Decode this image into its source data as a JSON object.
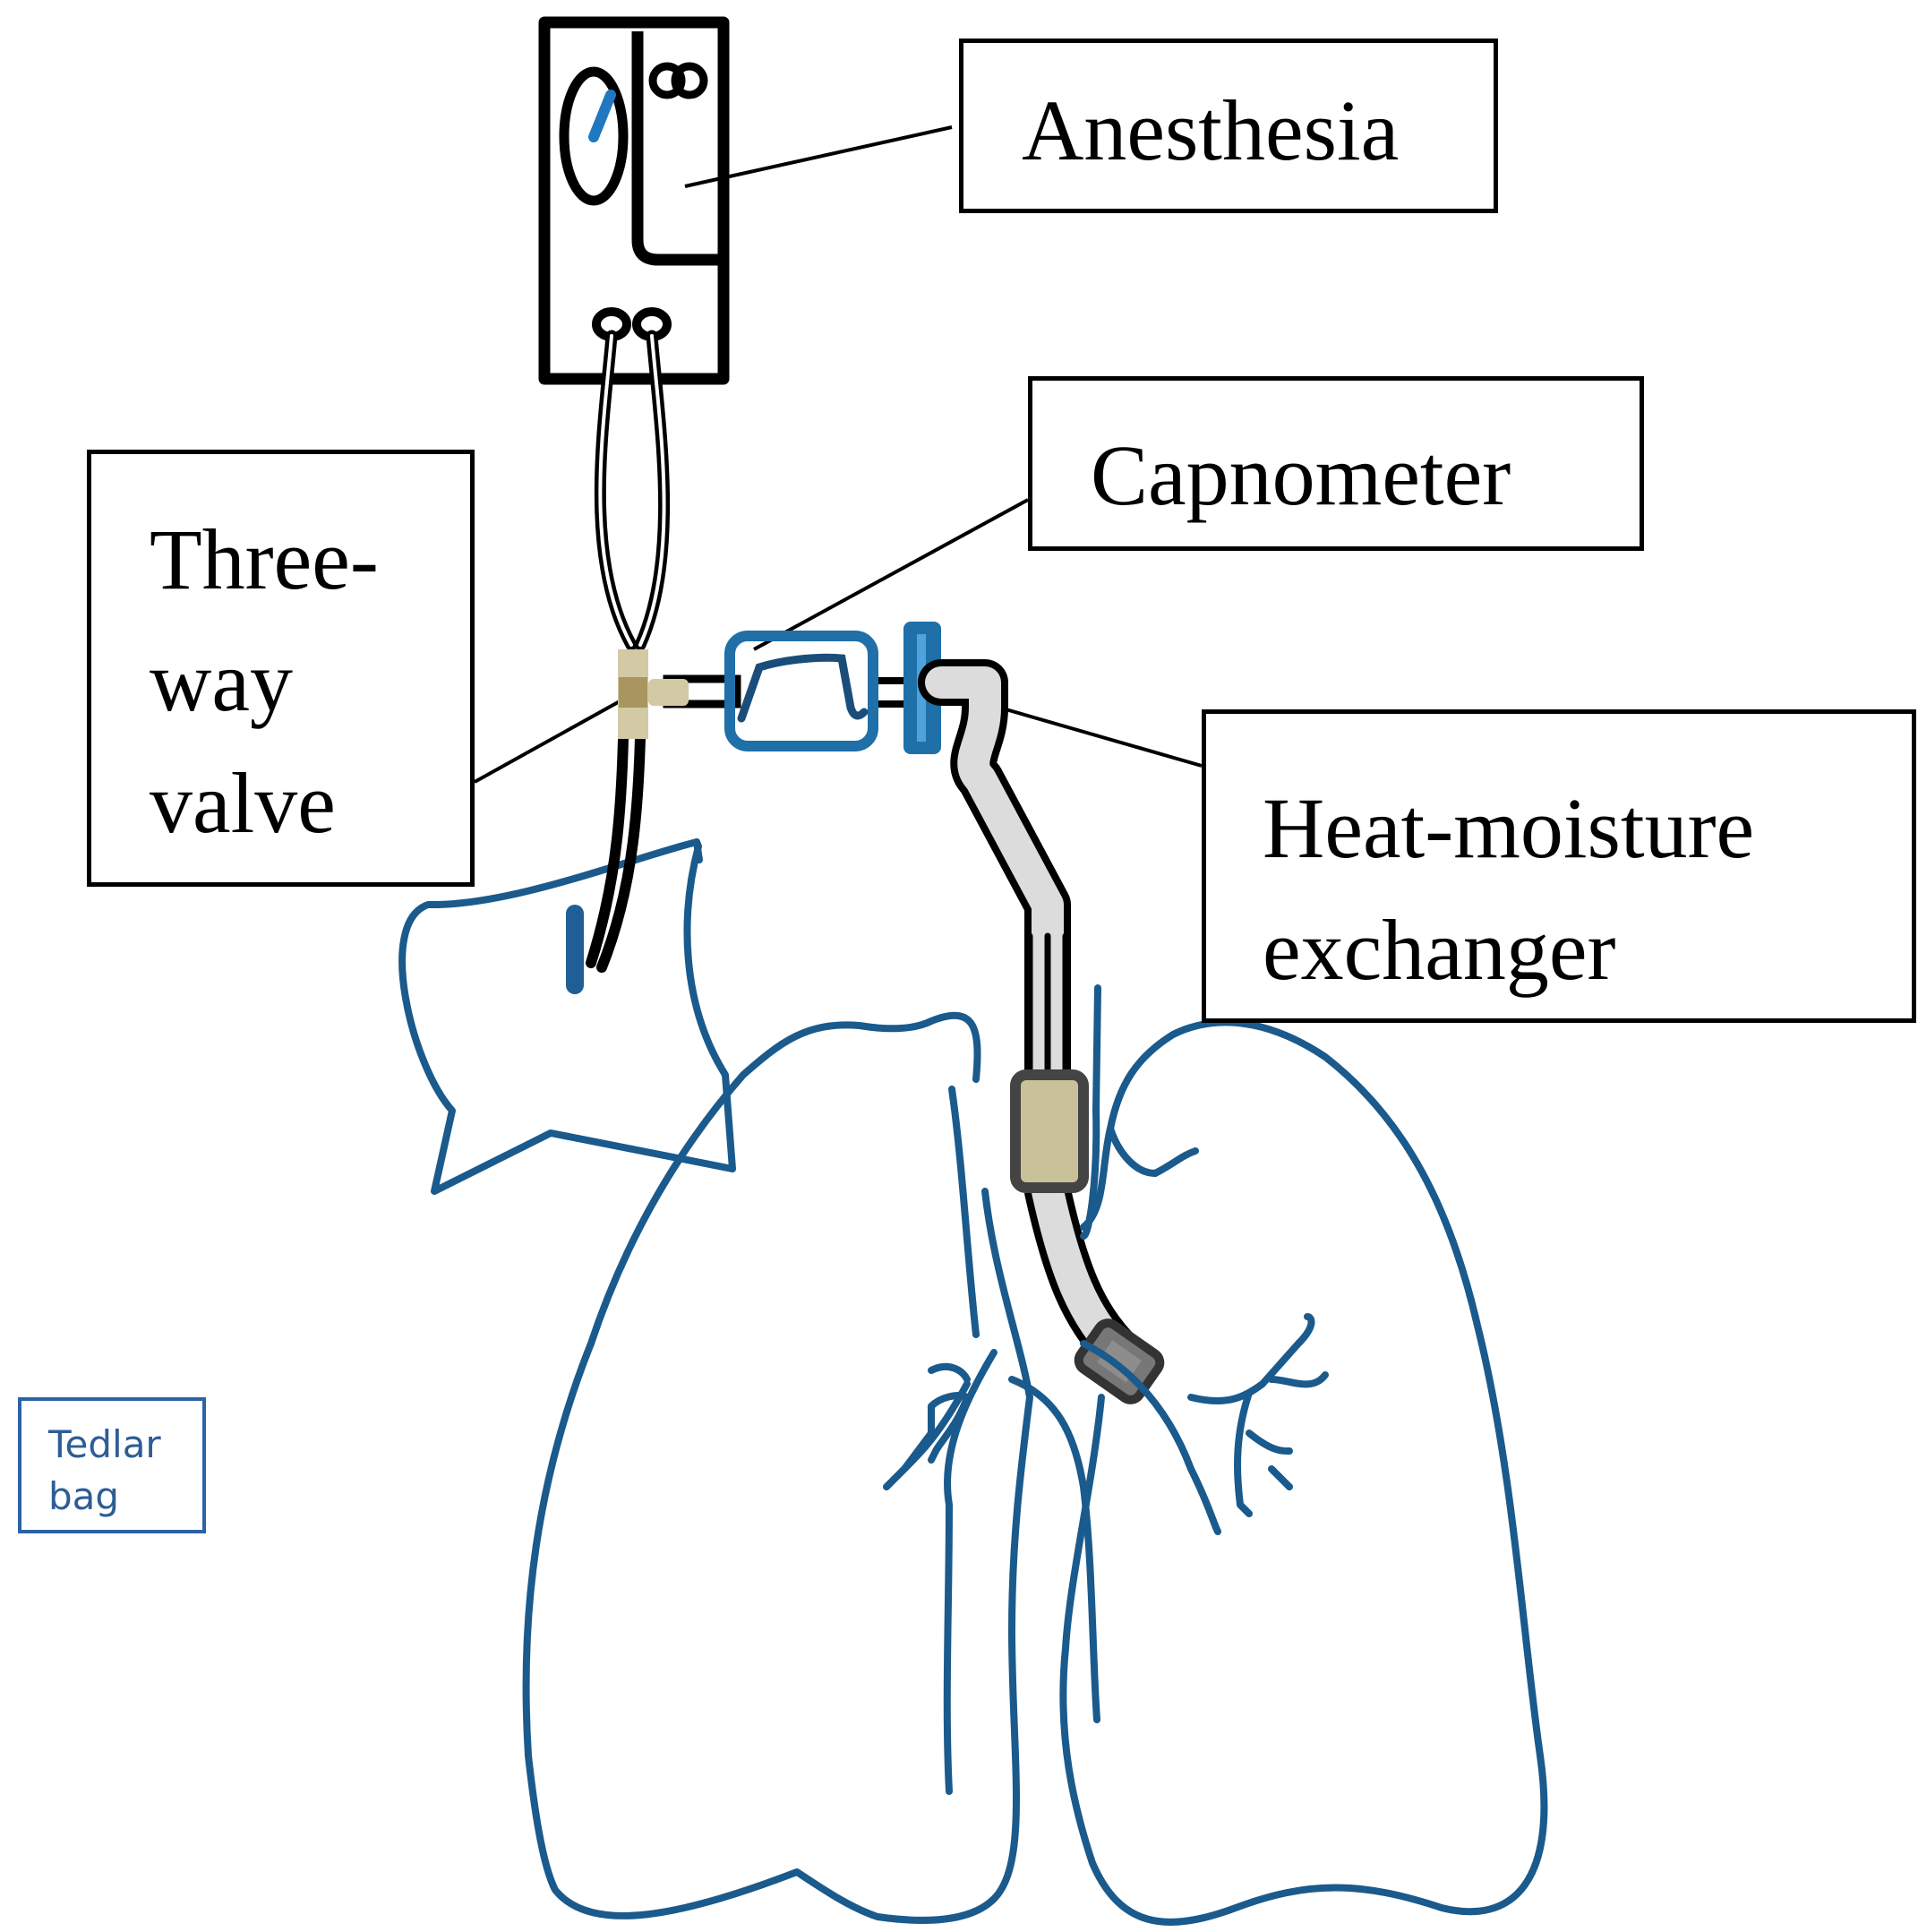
{
  "labels": {
    "anesthesia": "Anesthesia",
    "capnometer": "Capnometer",
    "three_way_valve": [
      "Three-",
      "way",
      "valve"
    ],
    "heat_moisture_exchanger": [
      "Heat-moisture",
      "exchanger"
    ],
    "tedlar_bag": [
      "Tedlar",
      "bag"
    ]
  },
  "colors": {
    "outline": "#000000",
    "anatomy_blue": "#1a5a8c",
    "device_blue": "#1f6fa8",
    "valve_tan": "#d2c9a5",
    "tube_grey": "#dcdcdc",
    "hme_fill": "#c9c19a",
    "hme_border": "#444444",
    "tedlar_text": "#2d5d96"
  },
  "icons": {
    "anesthesia_machine": "anesthesia-machine-icon",
    "capnometer_sensor": "capnometer-sensor-icon",
    "hme_filter": "heat-moisture-exchanger-icon",
    "three_way_valve": "three-way-valve-icon",
    "tedlar_bag": "tedlar-bag-icon",
    "lungs": "lungs-icon",
    "endotracheal_tube": "endotracheal-tube-icon"
  }
}
